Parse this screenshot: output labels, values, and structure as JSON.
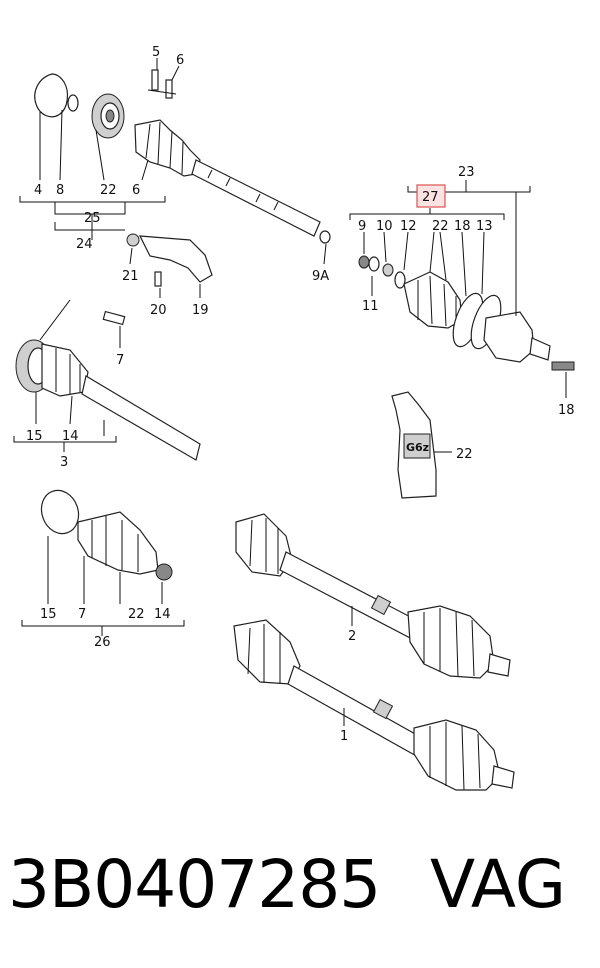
{
  "labels": {
    "l1": "1",
    "l2": "2",
    "l3": "3",
    "l4": "4",
    "l5": "5",
    "l6": "6",
    "l6b": "6",
    "l7": "7",
    "l7b": "7",
    "l8": "8",
    "l9": "9",
    "l9a": "9A",
    "l10": "10",
    "l11": "11",
    "l12": "12",
    "l13": "13",
    "l14": "14",
    "l14b": "14",
    "l15": "15",
    "l15b": "15",
    "l18": "18",
    "l18b": "18",
    "l19": "19",
    "l20": "20",
    "l21": "21",
    "l22a": "22",
    "l22b": "22",
    "l22c": "22",
    "l22d": "22",
    "l23": "23",
    "l24": "24",
    "l25": "25",
    "l26": "26",
    "l27": "27",
    "tube": "G6z"
  },
  "highlight_color": "#d9534f",
  "caption": {
    "part_number": "3B0407285",
    "brand": "VAG"
  }
}
